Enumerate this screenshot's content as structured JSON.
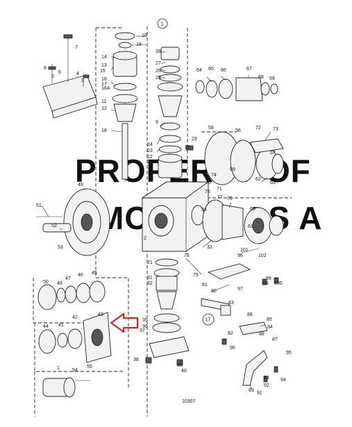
{
  "diagram": {
    "figure_number": "10307",
    "circled_labels": [
      "1",
      "17"
    ],
    "watermark_line1": "PROPERTY OF",
    "watermark_line2": "MOLLER AS A",
    "highlight_arrow_color": "#e02020",
    "part_labels": [
      "1",
      "2",
      "3",
      "4",
      "5",
      "6",
      "7",
      "8",
      "9",
      "10",
      "11",
      "12",
      "13",
      "14",
      "15",
      "16",
      "16A",
      "17",
      "18",
      "19",
      "20",
      "21",
      "22",
      "23",
      "24",
      "25",
      "26",
      "27",
      "28",
      "29",
      "30",
      "31",
      "32",
      "33",
      "34",
      "35",
      "36",
      "37",
      "38",
      "39",
      "40",
      "41",
      "42",
      "43",
      "44",
      "45",
      "46",
      "47",
      "48",
      "49",
      "50",
      "51",
      "52",
      "53",
      "54",
      "55",
      "56",
      "57",
      "58",
      "59",
      "60",
      "61",
      "62",
      "63",
      "64",
      "65",
      "66",
      "67",
      "68",
      "69",
      "70",
      "71",
      "72",
      "73",
      "74",
      "75",
      "76",
      "77",
      "78",
      "79",
      "80",
      "81",
      "82",
      "83",
      "84",
      "85",
      "86",
      "87",
      "88",
      "89",
      "90",
      "91",
      "92",
      "93",
      "94",
      "95",
      "96",
      "97",
      "98",
      "99",
      "100",
      "101",
      "102"
    ]
  }
}
